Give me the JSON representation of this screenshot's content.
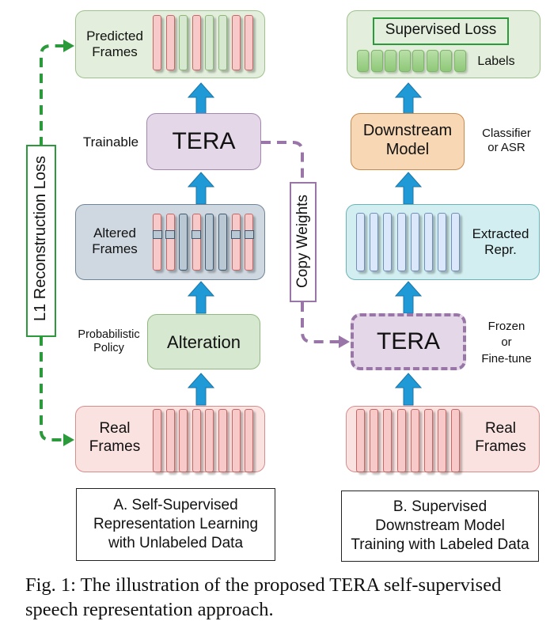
{
  "figure": {
    "caption_line1": "Fig. 1: The illustration of the proposed TERA self-supervised",
    "caption_line2": "speech representation approach."
  },
  "panel_a": {
    "title_lines": [
      "A.  Self-Supervised",
      "Representation Learning",
      "with Unlabeled Data"
    ],
    "predicted_frames": {
      "label_lines": [
        "Predicted",
        "Frames"
      ],
      "frame_types": [
        "real",
        "real",
        "predicted",
        "real",
        "predicted",
        "predicted",
        "real",
        "real"
      ]
    },
    "tera": {
      "label": "TERA",
      "side_label": "Trainable"
    },
    "altered_frames": {
      "label_lines": [
        "Altered",
        "Frames"
      ],
      "frame_types": [
        "masked",
        "masked",
        "altered",
        "masked",
        "altered",
        "altered",
        "masked",
        "masked"
      ]
    },
    "alteration": {
      "label": "Alteration",
      "side_label_lines": [
        "Probabilistic",
        "Policy"
      ]
    },
    "real_frames": {
      "label_lines": [
        "Real",
        "Frames"
      ],
      "frame_count": 8
    },
    "loss_label": "L1 Reconstruction Loss"
  },
  "panel_b": {
    "title_lines": [
      "B.  Supervised",
      "Downstream Model",
      "Training with Labeled Data"
    ],
    "supervised_loss": {
      "label": "Supervised Loss",
      "labels_text": "Labels",
      "label_count": 8
    },
    "downstream_model": {
      "label_lines": [
        "Downstream",
        "Model"
      ],
      "side_label_lines": [
        "Classifier",
        "or ASR"
      ]
    },
    "extracted_repr": {
      "label_lines": [
        "Extracted",
        "Repr."
      ],
      "frame_count": 8
    },
    "tera": {
      "label": "TERA",
      "side_label_lines": [
        "Frozen",
        "or",
        "Fine-tune"
      ]
    },
    "real_frames": {
      "label_lines": [
        "Real",
        "Frames"
      ],
      "frame_count": 8
    }
  },
  "connector": {
    "label": "Copy Weights"
  },
  "colors": {
    "arrow_blue": "#1f9ad6",
    "loss_green": "#2a9a3a",
    "copy_purple": "#9a76a8"
  }
}
